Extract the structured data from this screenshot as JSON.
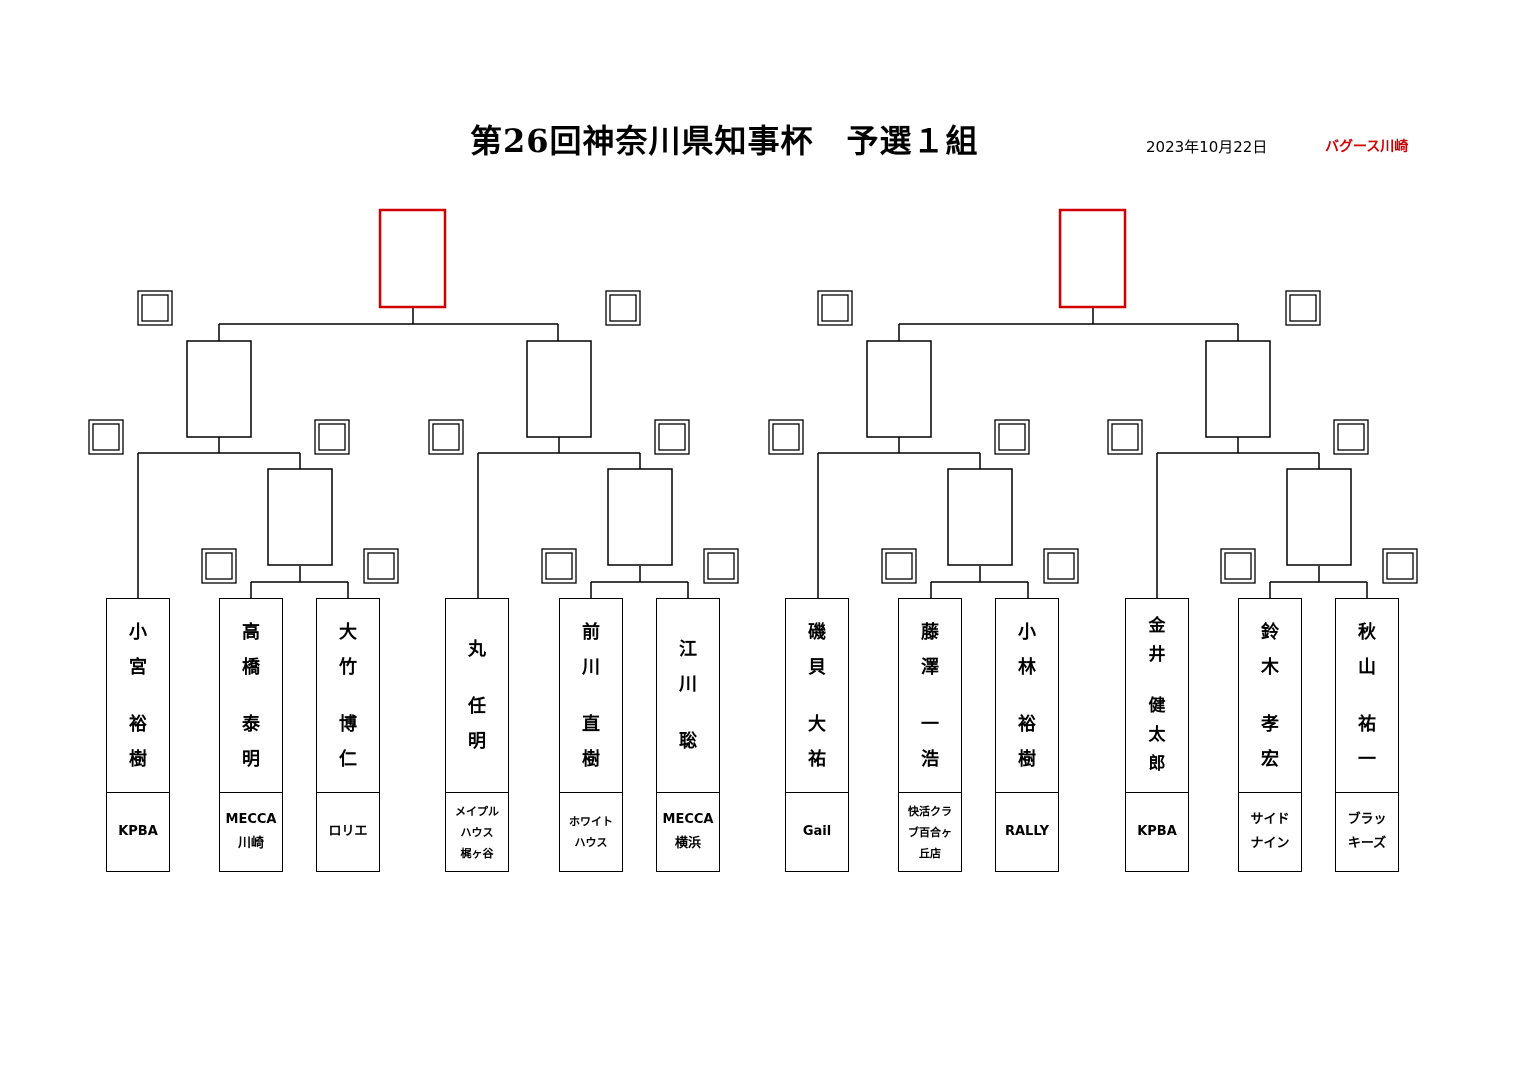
{
  "header": {
    "title": "第26回神奈川県知事杯　予選１組",
    "date": "2023年10月22日",
    "venue": "バグース川崎"
  },
  "colors": {
    "winner_box": "#d00000",
    "line": "#000000"
  },
  "players": [
    {
      "name": "小宮　裕樹",
      "club": "KPBA"
    },
    {
      "name": "高橋　泰明",
      "club": "MECCA\n川崎"
    },
    {
      "name": "大竹　博仁",
      "club": "ロリエ"
    },
    {
      "name": "丸　任明",
      "club": "メイプル\nハウス\n梶ヶ谷"
    },
    {
      "name": "前川　直樹",
      "club": "ホワイト\nハウス"
    },
    {
      "name": "江川　聡",
      "club": "MECCA\n横浜"
    },
    {
      "name": "磯貝　大祐",
      "club": "Gail"
    },
    {
      "name": "藤澤　一浩",
      "club": "快活クラ\nブ百合ヶ\n丘店"
    },
    {
      "name": "小林　裕樹",
      "club": "RALLY"
    },
    {
      "name": "金井　健太郎",
      "club": "KPBA"
    },
    {
      "name": "鈴木　孝宏",
      "club": "サイド\nナイン"
    },
    {
      "name": "秋山　祐一",
      "club": "ブラッ\nキーズ"
    }
  ]
}
